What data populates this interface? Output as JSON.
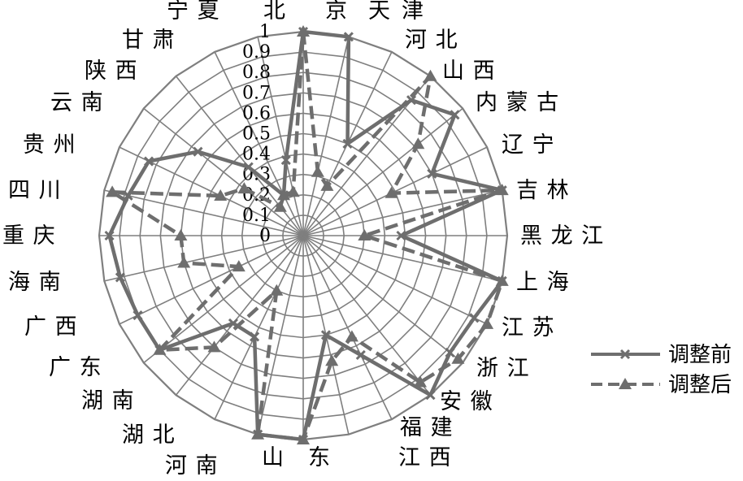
{
  "chart_data": {
    "type": "radar",
    "categories": [
      "北 京",
      "天 津",
      "河 北",
      "山 西",
      "内蒙古",
      "辽 宁",
      "吉 林",
      "黑龙江",
      "上 海",
      "江 苏",
      "浙 江",
      "安 徽",
      "福 建",
      "江 西",
      "山 东",
      "河 南",
      "湖 北",
      "湖 南",
      "广 东",
      "广 西",
      "海 南",
      "重 庆",
      "四 川",
      "贵 州",
      "云 南",
      "陕 西",
      "甘 肃",
      "宁 夏"
    ],
    "label_text": [
      "北",
      "京",
      "天",
      "津",
      "河 北",
      "山 西",
      "内 蒙 古",
      "辽 宁",
      "吉 林",
      "黑 龙 江",
      "上 海",
      "江 苏",
      "浙 江",
      "安 徽",
      "福 建",
      "江 西",
      "山",
      "东",
      "河 南",
      "湖 北",
      "湖 南",
      "广 东",
      "广 西",
      "海 南",
      "重 庆",
      "四 川",
      "贵 州",
      "云 南",
      "陕 西",
      "甘 肃",
      "宁 夏"
    ],
    "rlim": [
      0,
      1
    ],
    "ticks": [
      "0",
      "0.1",
      "0.2",
      "0.3",
      "0.4",
      "0.5",
      "0.6",
      "0.7",
      "0.8",
      "0.9",
      "1"
    ],
    "series": [
      {
        "name": "调整前",
        "line_style": "solid",
        "marker": "x",
        "values": [
          1,
          1,
          0.5,
          0.85,
          0.95,
          0.7,
          1,
          0.48,
          1,
          0.93,
          0.92,
          1,
          0.65,
          0.5,
          1,
          1,
          0.55,
          0.55,
          0.9,
          0.9,
          0.92,
          0.95,
          0.88,
          0.84,
          0.66,
          0.43,
          0.22,
          0.38
        ]
      },
      {
        "name": "调整后",
        "line_style": "dashed",
        "marker": "triangle",
        "values": [
          1,
          0.32,
          0.27,
          1,
          0.72,
          0.48,
          1,
          0.3,
          1,
          1,
          0.97,
          0.92,
          0.55,
          0.63,
          1,
          1,
          0.3,
          0.7,
          0.9,
          0.35,
          0.6,
          0.6,
          0.96,
          0.45,
          0.37,
          0.18,
          0.22,
          0.22
        ]
      }
    ],
    "colors": {
      "grid": "#7f7f7f",
      "series": "#6e6e6e"
    },
    "grid": true,
    "legend": "right"
  }
}
